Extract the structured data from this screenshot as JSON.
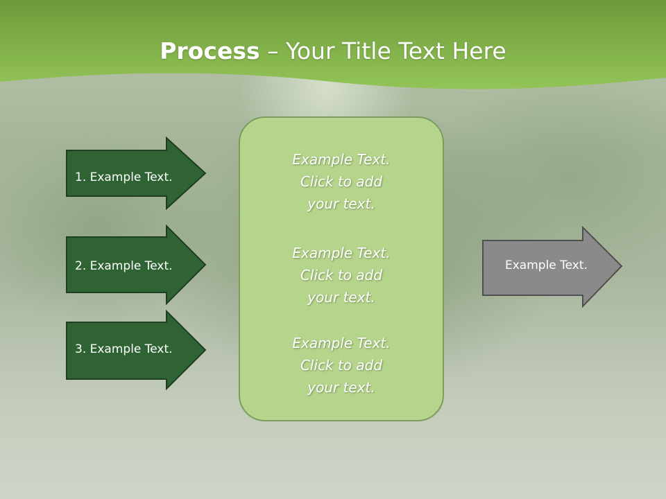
{
  "header": {
    "title_bold": "Process",
    "title_rest": " – Your Title Text Here"
  },
  "left_arrows": [
    {
      "label": "1. Example Text."
    },
    {
      "label": "2. Example Text."
    },
    {
      "label": "3. Example Text."
    }
  ],
  "center_panel": {
    "blocks": [
      {
        "lines": [
          "Example Text.",
          "Click  to add",
          "your text."
        ]
      },
      {
        "lines": [
          "Example Text.",
          "Click  to add",
          "your text."
        ]
      },
      {
        "lines": [
          "Example Text.",
          "Click  to add",
          "your text."
        ]
      }
    ]
  },
  "right_arrow": {
    "label": "Example Text."
  },
  "colors": {
    "header_green": "#8cbd4f",
    "left_arrow_fill": "#2f6334",
    "panel_fill": "#b6d58c",
    "right_arrow_fill": "#8a8a8a"
  }
}
